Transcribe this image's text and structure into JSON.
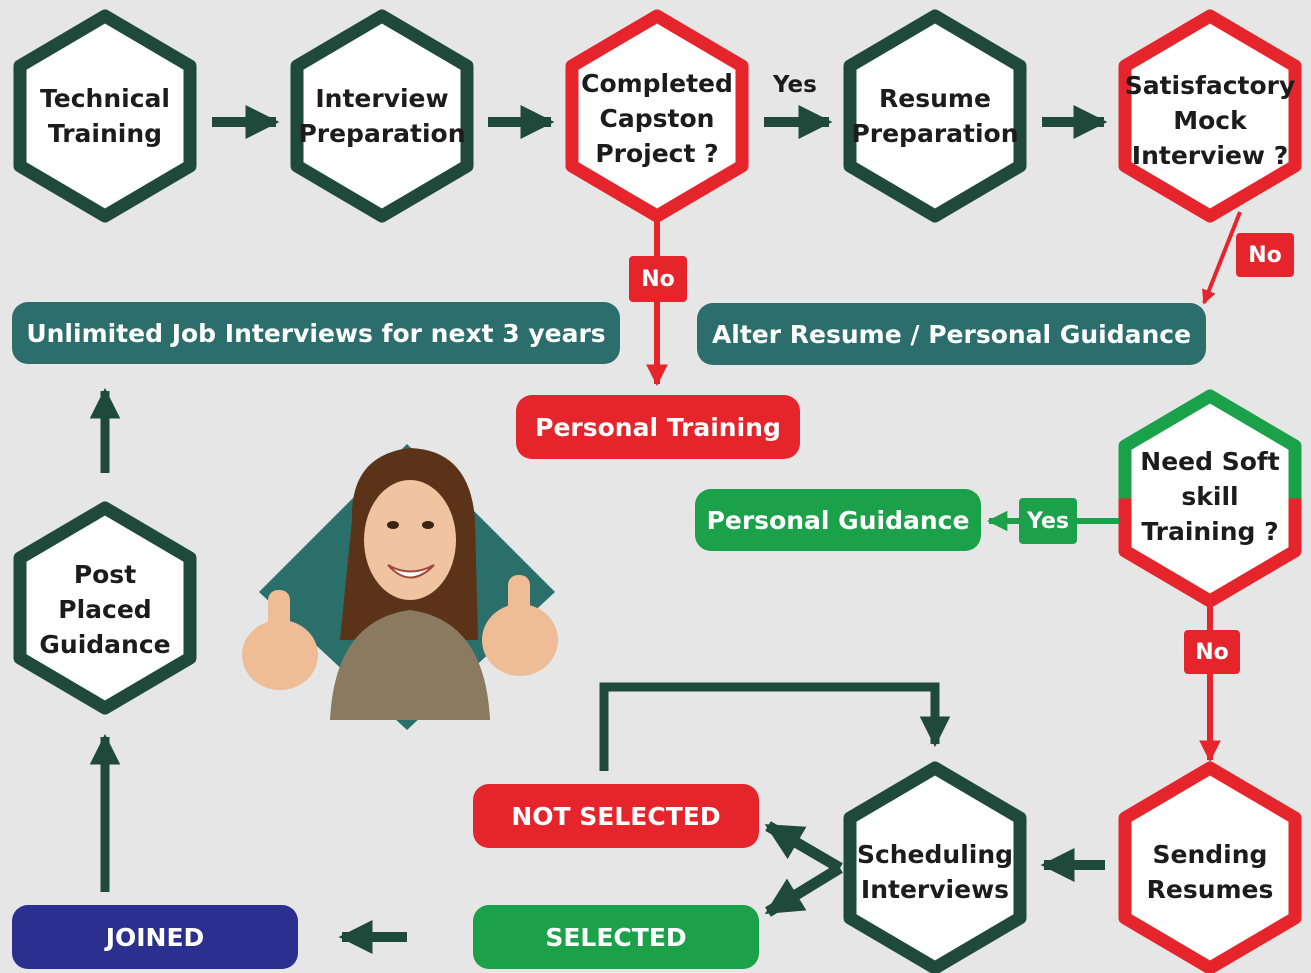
{
  "colors": {
    "background": "#e6e6e6",
    "hex_border_dark": "#1f4a3b",
    "hex_border_red": "#e5242c",
    "hex_border_green": "#1aa14a",
    "arrow_dark": "#1f4a3b",
    "arrow_red": "#e5242c",
    "teal_pill": "#2c6e6c",
    "red_pill": "#e5242c",
    "green_pill": "#1aa14a",
    "navy_pill": "#2b2f8f"
  },
  "nodes": {
    "technical_training": "Technical\nTraining",
    "interview_preparation": "Interview\nPreparation",
    "completed_capston": "Completed\nCapston\nProject ?",
    "resume_preparation": "Resume\nPreparation",
    "satisfactory_mock": "Satisfactory\nMock\nInterview ?",
    "need_soft_skill": "Need Soft\nskill\nTraining ?",
    "sending_resumes": "Sending\nResumes",
    "scheduling_interviews": "Scheduling\nInterviews",
    "post_placed_guidance": "Post\nPlaced\nGuidance"
  },
  "boxes": {
    "unlimited_interviews": "Unlimited Job Interviews for next 3 years",
    "alter_resume": "Alter Resume / Personal Guidance",
    "personal_training": "Personal Training",
    "personal_guidance": "Personal Guidance",
    "not_selected": "NOT SELECTED",
    "selected": "SELECTED",
    "joined": "JOINED"
  },
  "labels": {
    "yes_capston": "Yes",
    "no_capston": "No",
    "no_mock": "No",
    "yes_soft": "Yes",
    "no_soft": "No"
  },
  "image": {
    "subject": "smiling woman giving two thumbs up",
    "frame": "dark teal diamond"
  }
}
